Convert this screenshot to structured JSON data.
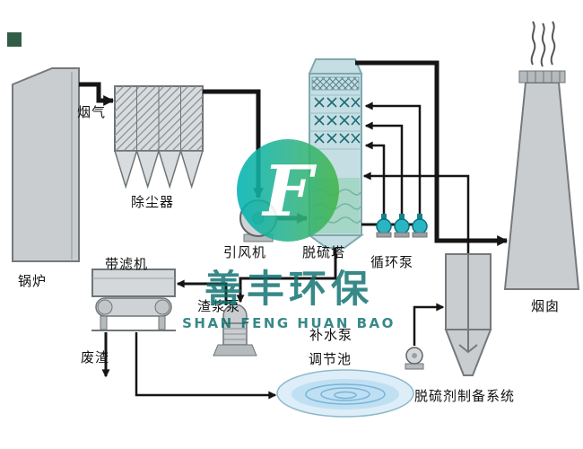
{
  "diagram": {
    "labels": {
      "boiler": "锅炉",
      "flue_gas": "烟气",
      "dust_collector": "除尘器",
      "fan": "引风机",
      "tower": "脱硫塔",
      "circulation_pump": "循环泵",
      "chimney": "烟囱",
      "belt_filter": "带滤机",
      "slurry_pump": "渣浆泵",
      "waste": "废渣",
      "pool": "调节池",
      "water_pump": "补水泵",
      "prep_system": "脱硫剂制备系统"
    },
    "colors": {
      "equipment_gray": "#c9cdd0",
      "equipment_outline": "#75797c",
      "tower_fill": "#c4dee4",
      "liquid_fill": "#a6d6c6",
      "pump_cyan": "#2ab5c4",
      "pool_fill": "#ddeef8",
      "line_black": "#151515"
    }
  },
  "watermark": {
    "cn": "善丰环保",
    "en": "SHAN FENG HUAN BAO",
    "logo_letter": "F",
    "teal": "#00b3b6",
    "green": "#43b649",
    "text_color": "#0c706e"
  }
}
